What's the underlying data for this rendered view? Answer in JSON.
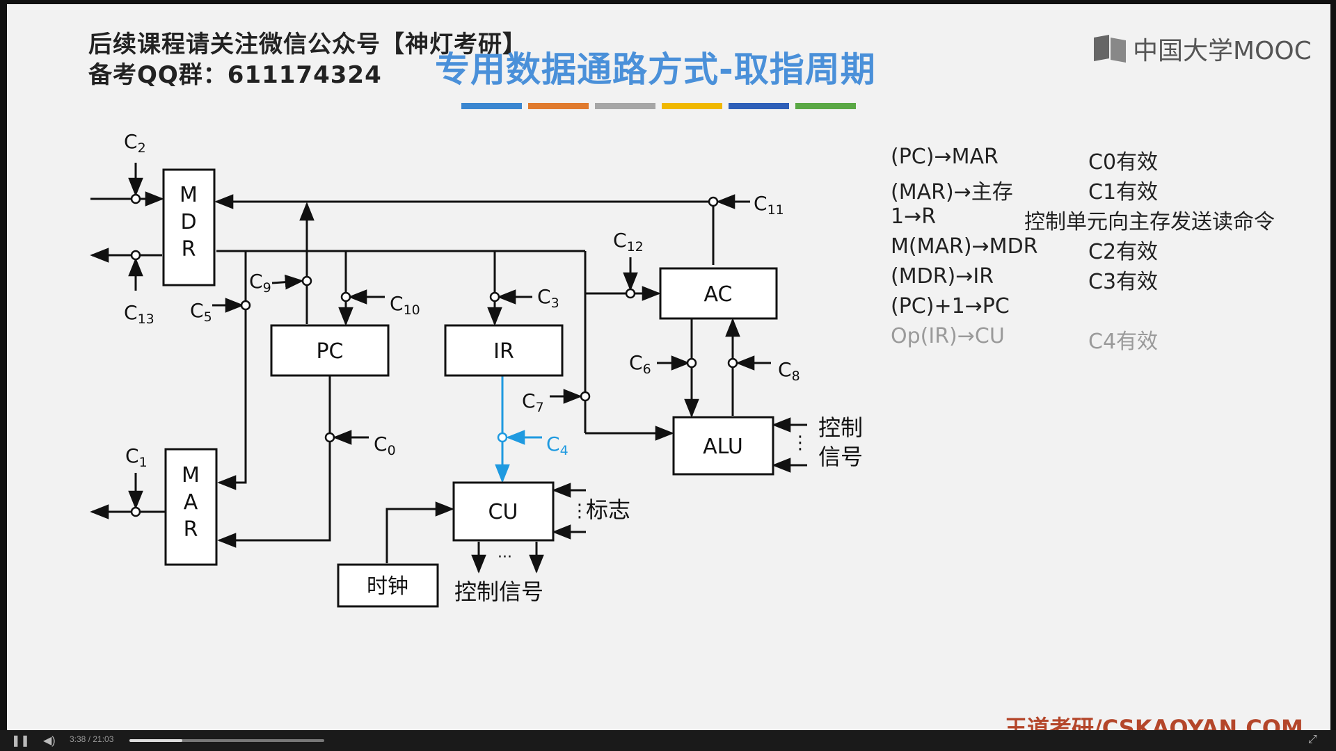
{
  "header": {
    "line1": "后续课程请关注微信公众号【神灯考研】",
    "line2": "备考QQ群：611174324"
  },
  "title": "专用数据通路方式-取指周期",
  "logo": {
    "text": "中国大学MOOC",
    "icon": "mooc-logo-icon"
  },
  "color_bar": [
    "#3a86d0",
    "#e07a2e",
    "#a6a6a6",
    "#f0b800",
    "#2e5fb8",
    "#5aa845"
  ],
  "steps": [
    {
      "op": "(PC)→MAR",
      "note": "C0有效"
    },
    {
      "op": "(MAR)→主存",
      "note": "C1有效"
    },
    {
      "op": "1→R",
      "note": "控制单元向主存发送读命令"
    },
    {
      "op": "M(MAR)→MDR",
      "note": "C2有效"
    },
    {
      "op": "(MDR)→IR",
      "note": "C3有效"
    },
    {
      "op": "(PC)+1→PC",
      "note": ""
    },
    {
      "op": "Op(IR)→CU",
      "note": "C4有效"
    }
  ],
  "diagram": {
    "registers": {
      "mdr": [
        "M",
        "D",
        "R"
      ],
      "mar": [
        "M",
        "A",
        "R"
      ],
      "pc": "PC",
      "ir": "IR",
      "ac": "AC",
      "alu": "ALU",
      "cu": "CU",
      "clock": "时钟"
    },
    "signals": {
      "c0": "C",
      "c0_sub": "0",
      "c1": "C",
      "c1_sub": "1",
      "c2": "C",
      "c2_sub": "2",
      "c3": "C",
      "c3_sub": "3",
      "c4": "C",
      "c4_sub": "4",
      "c5": "C",
      "c5_sub": "5",
      "c6": "C",
      "c6_sub": "6",
      "c7": "C",
      "c7_sub": "7",
      "c8": "C",
      "c8_sub": "8",
      "c9": "C",
      "c9_sub": "9",
      "c10": "C",
      "c10_sub": "10",
      "c11": "C",
      "c11_sub": "11",
      "c12": "C",
      "c12_sub": "12",
      "c13": "C",
      "c13_sub": "13"
    },
    "alu_ctrl_1": "控制",
    "alu_ctrl_2": "信号",
    "cu_flags": "标志",
    "cu_ctrl": "控制信号",
    "ellipsis_v": "⋮",
    "ellipsis_h": "···"
  },
  "footer": "王道考研/CSKAOYAN.COM",
  "player": {
    "time": "3:38 / 21:03",
    "progress": 0.27
  },
  "colors": {
    "title": "#4a90d9",
    "highlight": "#1f9ae0",
    "footer": "#b4462a"
  }
}
